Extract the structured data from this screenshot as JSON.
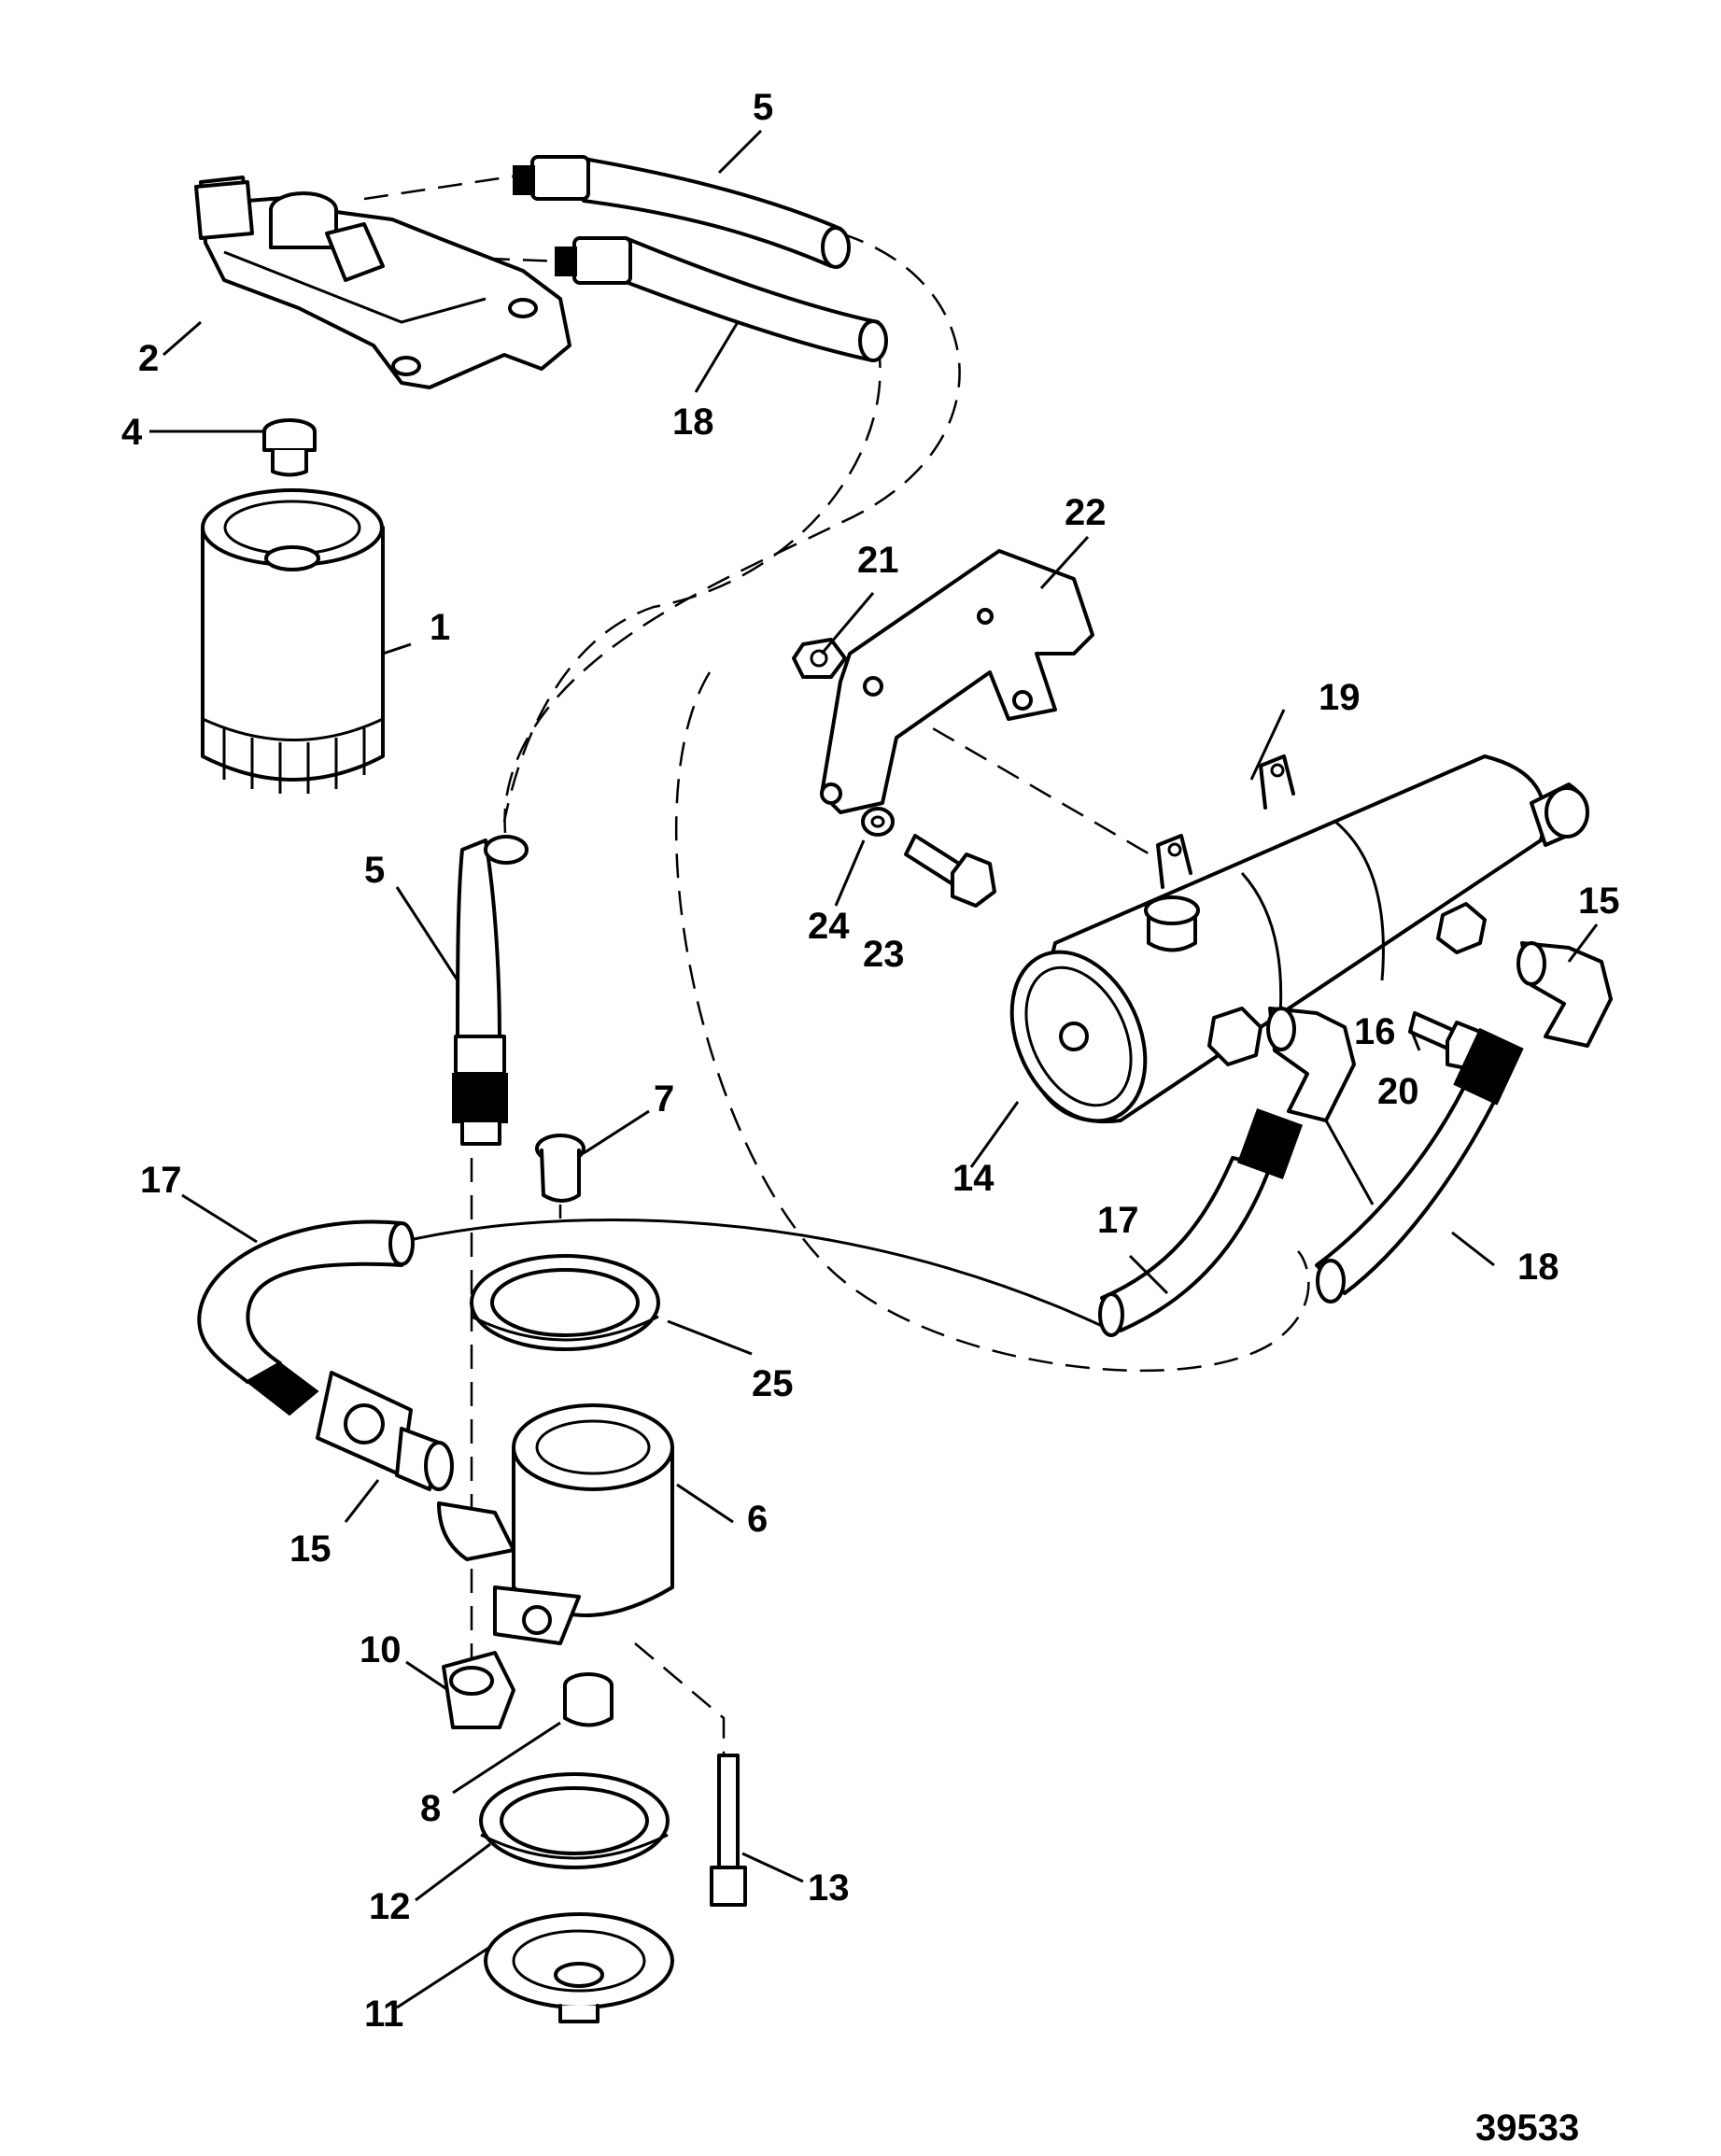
{
  "callouts": [
    "1",
    "2",
    "4",
    "5",
    "5",
    "6",
    "7",
    "8",
    "10",
    "11",
    "12",
    "13",
    "14",
    "15",
    "15",
    "16",
    "17",
    "17",
    "18",
    "18",
    "19",
    "20",
    "21",
    "22",
    "23",
    "24",
    "25"
  ],
  "figure_id": "39533"
}
